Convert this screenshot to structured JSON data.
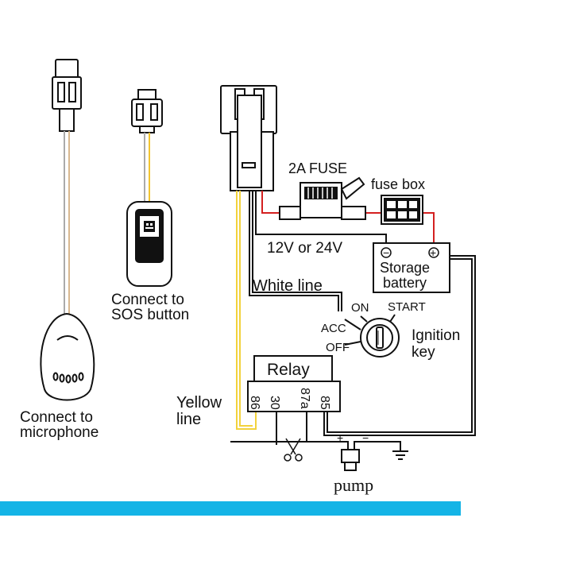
{
  "labels": {
    "fuse": "2A FUSE",
    "fuse_box": "fuse box",
    "voltage": "12V or 24V",
    "battery_line1": "Storage",
    "battery_line2": "battery",
    "battery_minus": "−",
    "battery_plus": "+",
    "white_line": "White line",
    "ign_on": "ON",
    "ign_start": "START",
    "ign_acc": "ACC",
    "ign_off": "OFF",
    "ignition_line1": "Ignition",
    "ignition_line2": "key",
    "relay": "Relay",
    "pin_86": "86",
    "pin_30": "30",
    "pin_87a": "87a",
    "pin_85": "85",
    "yellow_line1": "Yellow",
    "yellow_line2": "line",
    "sos_line1": "Connect to",
    "sos_line2": "SOS button",
    "mic_line1": "Connect to",
    "mic_line2": "microphone",
    "pump": "pump",
    "pump_plus": "+",
    "pump_minus": "−"
  },
  "colors": {
    "wire_red": "#d42020",
    "wire_yellow": "#f2d23c",
    "wire_tan": "#d8b890",
    "accent_bar": "#14b4e6"
  }
}
